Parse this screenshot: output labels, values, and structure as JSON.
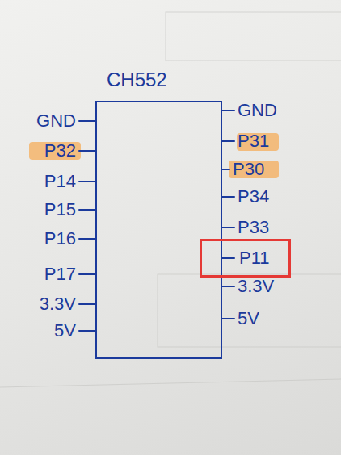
{
  "diagram": {
    "nodes": [
      {
        "text": [
          "CH552"
        ]
      },
      {
        "text": [
          "P11"
        ]
      }
    ],
    "labels": [
      "GND",
      "P32",
      "P14",
      "P15",
      "P16",
      "P17",
      "3.3V",
      "5V",
      "GND",
      "P31",
      "P30",
      "P34",
      "P33",
      "3.3V",
      "5V"
    ]
  }
}
